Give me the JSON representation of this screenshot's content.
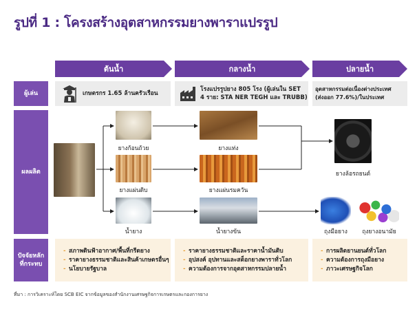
{
  "title": "รูปที่ 1 : โครงสร้างอุตสาหกรรมยางพาราแปรรูป",
  "stages": [
    {
      "label": "ต้นน้ำ"
    },
    {
      "label": "กลางน้ำ"
    },
    {
      "label": "ปลายน้ำ"
    }
  ],
  "rows": {
    "players": "ผู้เล่น",
    "products": "ผลผลิต",
    "factors": "ปัจจัยหลัก\nที่กระทบ"
  },
  "players": {
    "upstream": "เกษตรกร 1.65 ล้านครัวเรือน",
    "midstream_line1": "โรงแปรรูปยาง 805 โรง (ผู้เล่นใน SET",
    "midstream_line2": "4 ราย: STA NER TEGH และ TRUBB)",
    "downstream_line1": "อุตสาหกรรมต่อเนื่องต่างประเทศ",
    "downstream_line2": "(ส่งออก 77.6%)/ในประเทศ"
  },
  "products": {
    "cup_lump": "ยางก้อนถ้วย",
    "rubber_sheet": "ยางแผ่นดิบ",
    "latex": "น้ำยาง",
    "block_rubber": "ยางแท่ง",
    "smoked_sheet": "ยางแผ่นรมควัน",
    "concentrated_latex": "น้ำยางข้น",
    "tires": "ยางล้อรถยนต์",
    "gloves": "ถุงมือยาง",
    "condoms": "ถุงยางอนามัย"
  },
  "factors": {
    "upstream": [
      "สภาพดินฟ้าอากาศ/พื้นที่กรีดยาง",
      "ราคายางธรรมชาติและสินค้าเกษตรอื่นๆ",
      "นโยบายรัฐบาล"
    ],
    "midstream": [
      "ราคายางธรรมชาติและราคาน้ำมันดิบ",
      "อุปสงค์ อุปทานและสต็อกยางพาราทั่วโลก",
      "ความต้องการจากอุตสาหกรรมปลายน้ำ"
    ],
    "downstream": [
      "การผลิตยานยนต์ทั่วโลก",
      "ความต้องการถุงมือยาง",
      "ภาวะเศรษฐกิจโลก"
    ]
  },
  "source": "ที่มา : การวิเคราะห์โดย SCB EIC จากข้อมูลของสำนักงานเศรษฐกิจการเกษตรและกองการยาง",
  "colors": {
    "title": "#4b2a84",
    "chevron": "#6a3ea1",
    "row_label": "#7a4fb0",
    "player_bg": "#ececec",
    "factor_bg": "#fbf1e0",
    "bullet": "#e8a23a"
  },
  "icons": {
    "farmer": "farmer-icon",
    "factory": "factory-icon"
  }
}
